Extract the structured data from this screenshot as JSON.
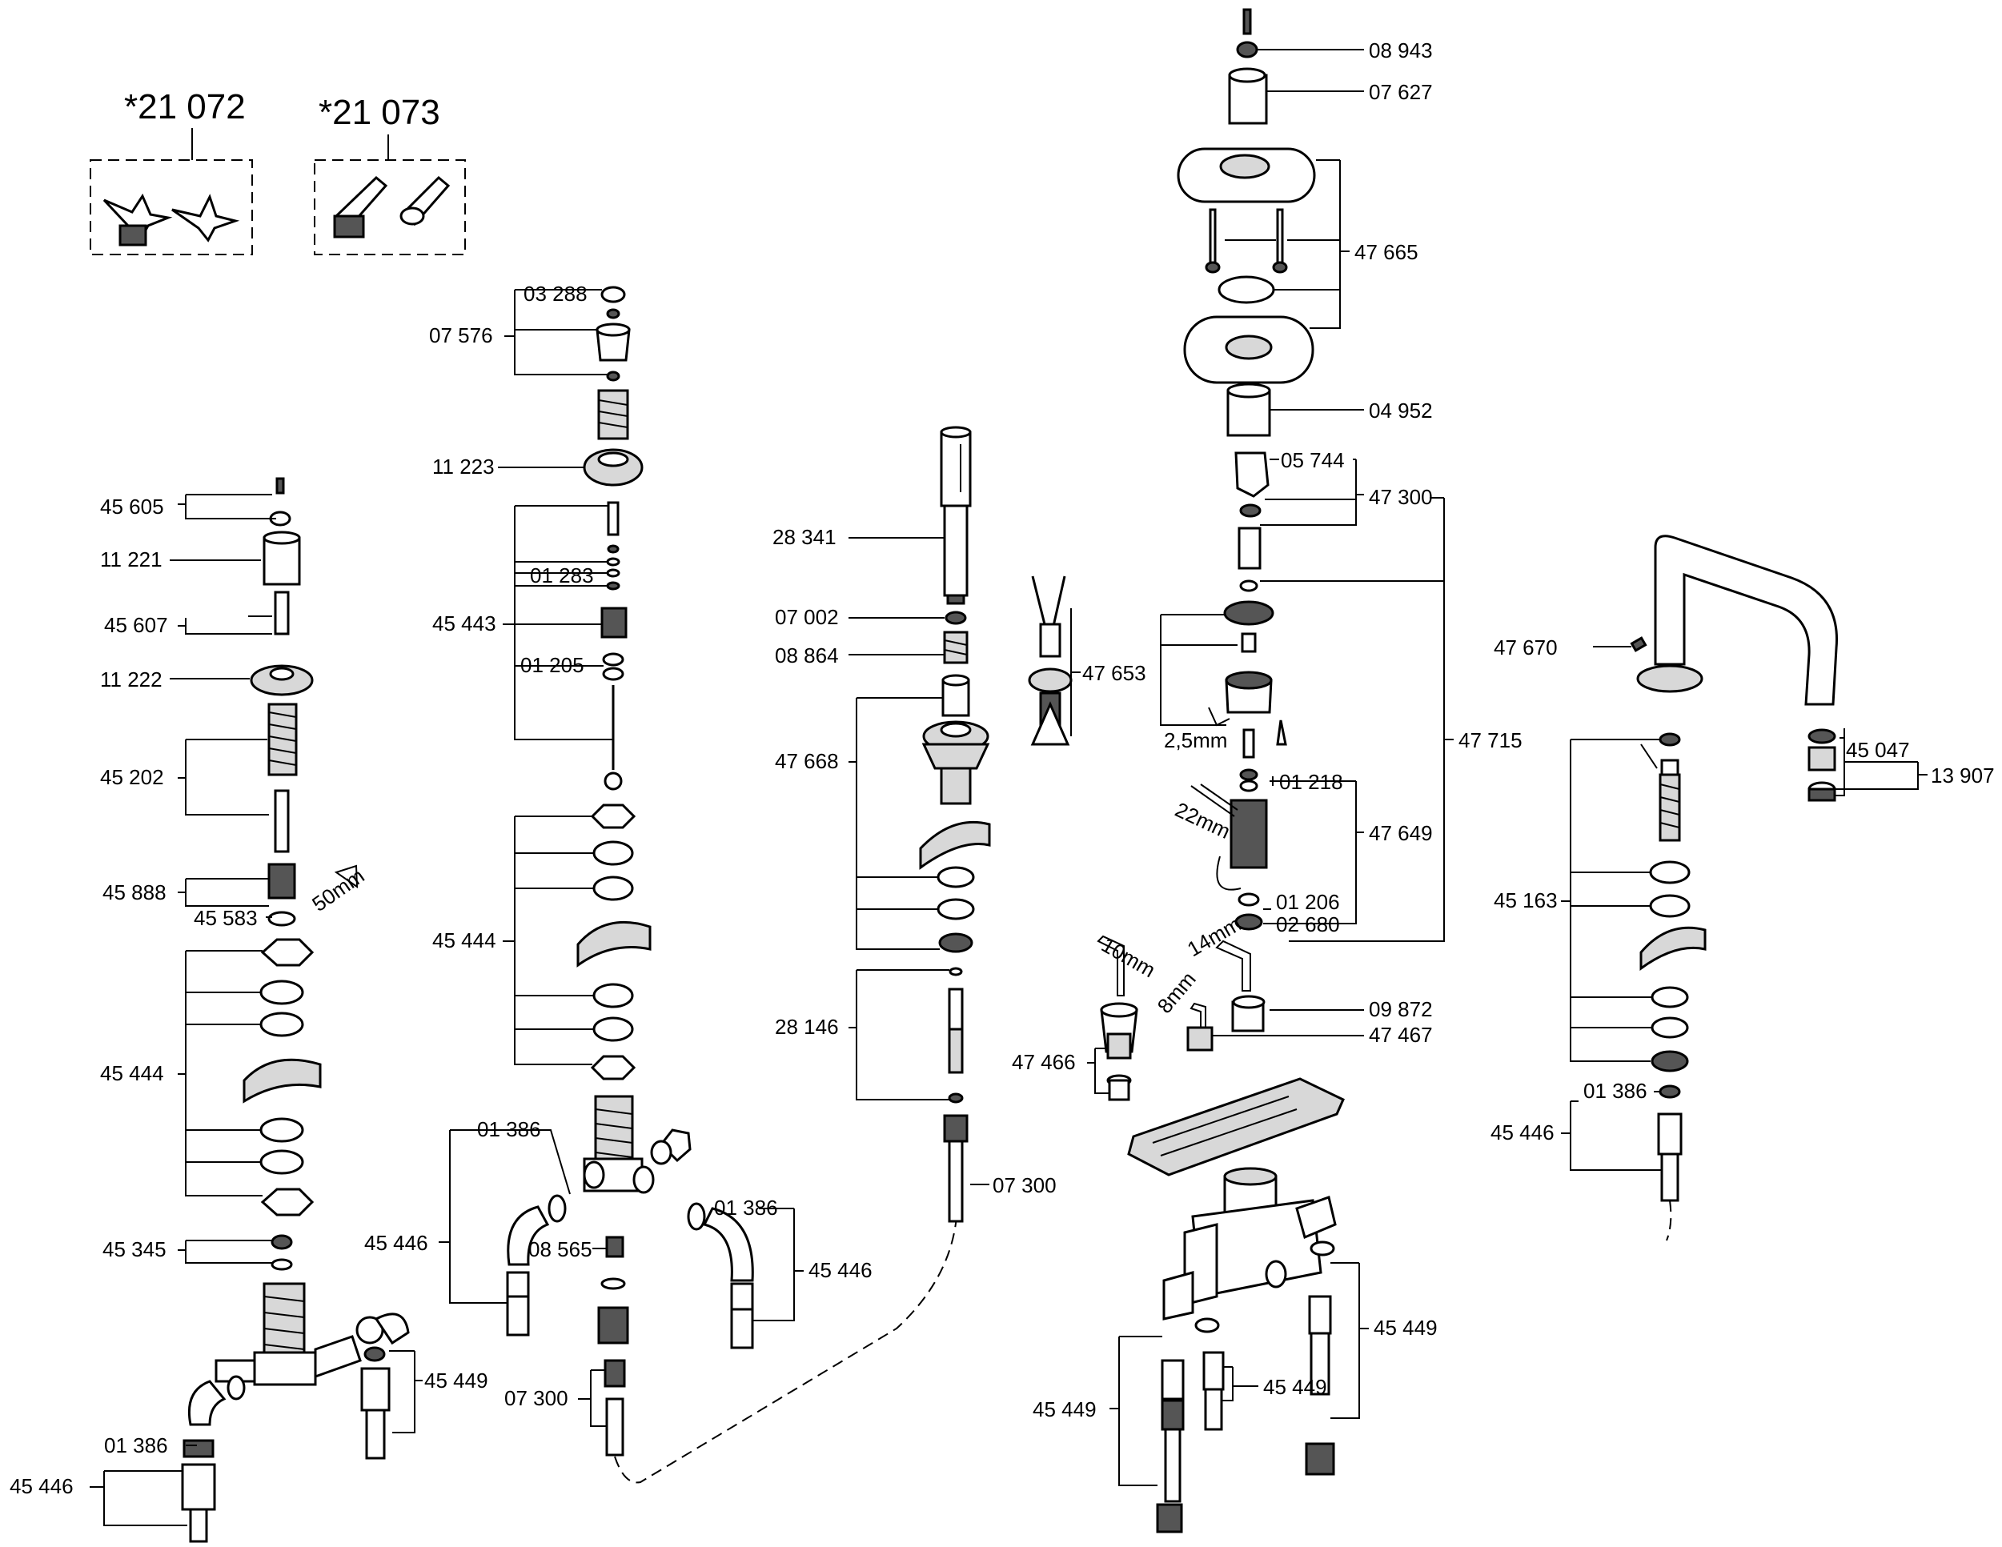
{
  "variants": [
    {
      "label": "*21 072",
      "icon": "cross-handle-icon"
    },
    {
      "label": "*21 073",
      "icon": "lever-handle-icon"
    }
  ],
  "labels": {
    "p45605": "45 605",
    "p11221": "11 221",
    "p45607": "45 607",
    "p11222": "11 222",
    "p45202": "45 202",
    "p45888": "45 888",
    "p45583": "45 583",
    "t50mm": "50mm",
    "p45444a": "45 444",
    "p45345": "45 345",
    "p01386a": "01 386",
    "p45446a": "45 446",
    "p45449a": "45 449",
    "p03288": "03 288",
    "p07576": "07 576",
    "p11223": "11 223",
    "p01283": "01 283",
    "p45443": "45 443",
    "p01205": "01 205",
    "p45444b": "45 444",
    "p01386b": "01 386",
    "p45446b": "45 446",
    "p08565": "08 565",
    "p01386c": "01 386",
    "p45446c": "45 446",
    "p07300a": "07 300",
    "p28341": "28 341",
    "p07002": "07 002",
    "p08864": "08 864",
    "p47668": "47 668",
    "p28146": "28 146",
    "p07300b": "07 300",
    "p47653": "47 653",
    "p08943": "08 943",
    "p07627": "07 627",
    "p47665": "47 665",
    "p04952": "04 952",
    "p05744": "05 744",
    "p47300": "47 300",
    "t25mm": "2,5mm",
    "p47715": "47 715",
    "p01218": "01 218",
    "t22mm": "22mm",
    "p47649": "47 649",
    "p01206": "01 206",
    "p02680": "02 680",
    "t10mm": "10mm",
    "t14mm": "14mm",
    "t8mm": "8mm",
    "p09872": "09 872",
    "p47467": "47 467",
    "p47466": "47 466",
    "p45449b": "45 449",
    "p45449c": "45 449",
    "p45449d": "45 449",
    "p47670": "47 670",
    "p45047": "45 047",
    "p13907": "13 907",
    "p45163": "45 163",
    "p01386d": "01 386",
    "p45446d": "45 446"
  }
}
